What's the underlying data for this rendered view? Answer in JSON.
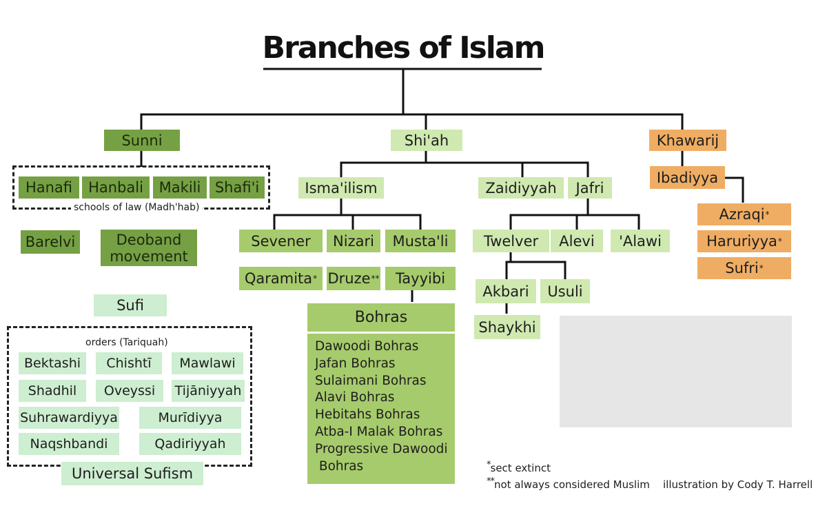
{
  "title": "Branches of Islam",
  "sunni": {
    "label": "Sunni",
    "schools": [
      "Hanafi",
      "Hanbali",
      "Makili",
      "Shafi'i"
    ],
    "schools_caption": "schools of law (Madh'hab)",
    "barelvi": "Barelvi",
    "deoband": "Deoband movement",
    "sufi": "Sufi",
    "orders_caption": "orders (Tariquah)",
    "orders": [
      "Bektashi",
      "Chishtī",
      "Mawlawi",
      "Shadhil",
      "Oveyssi",
      "Tijāniyyah",
      "Suhrawardiyya",
      "Murīdiyya",
      "Naqshbandi",
      "Qadiriyyah"
    ],
    "universal_sufism": "Universal Sufism"
  },
  "shiah": {
    "label": "Shi'ah",
    "ismailism": "Isma'ilism",
    "zaidiyyah": "Zaidiyyah",
    "jafri": "Jafri",
    "sevener": "Sevener",
    "nizari": "Nizari",
    "mustali": "Musta'li",
    "qaramita": "Qaramita",
    "qaramita_mark": "*",
    "druze": "Druze",
    "druze_mark": "**",
    "tayyibi": "Tayyibi",
    "bohras": "Bohras",
    "bohras_list": [
      "Dawoodi Bohras",
      "Jafan Bohras",
      "Sulaimani Bohras",
      "Alavi Bohras",
      "Hebitahs Bohras",
      "Atba-I Malak Bohras",
      "Progressive Dawoodi",
      " Bohras"
    ],
    "twelver": "Twelver",
    "alevi": "Alevi",
    "alawi": "'Alawi",
    "akbari": "Akbari",
    "usuli": "Usuli",
    "shaykhi": "Shaykhi"
  },
  "khawarij": {
    "label": "Khawarij",
    "ibadiyya": "Ibadiyya",
    "azraqi": "Azraqi",
    "haruriyya": "Haruriyya",
    "sufri": "Sufri",
    "mark": "*"
  },
  "legend": {
    "extinct_mark": "*",
    "extinct_text": "sect extinct",
    "not_muslim_mark": "**",
    "not_muslim_text": "not always considered Muslim",
    "credit": "illustration by Cody T. Harrell"
  },
  "colors": {
    "sunni_dark": "#76a044",
    "mid_green": "#a6cb6c",
    "light_green": "#cfe9b0",
    "sufi_green": "#cdeed0",
    "khawarij_orange": "#efad63",
    "khawarij_light": "#f0c08b"
  }
}
